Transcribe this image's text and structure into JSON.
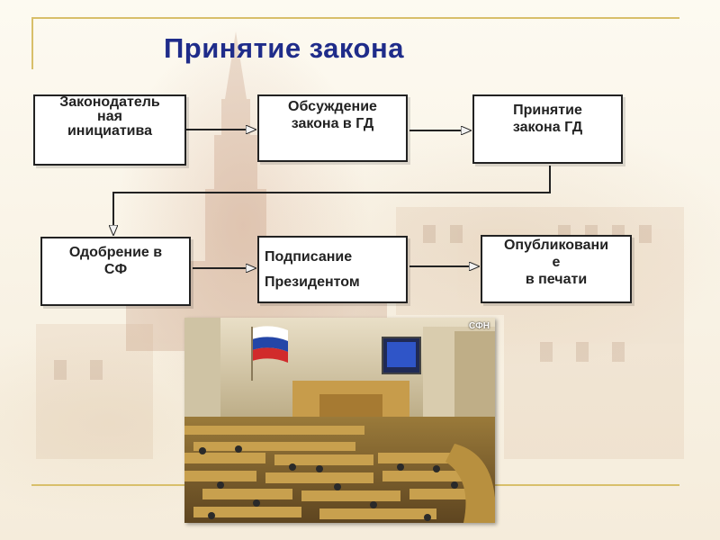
{
  "title": "Принятие закона",
  "steps": [
    {
      "lines": [
        "Законодатель",
        "ная",
        "инициатива"
      ]
    },
    {
      "lines": [
        "Обсуждение",
        "закона в ГД"
      ]
    },
    {
      "lines": [
        "Принятие",
        "закона ГД"
      ]
    },
    {
      "lines": [
        "Одобрение в",
        "СФ"
      ]
    },
    {
      "lines": [
        "Подписание",
        "Президентом"
      ]
    },
    {
      "lines": [
        "Опубликовани",
        "е",
        "в печати"
      ]
    }
  ],
  "photo": {
    "channel_logo": "СФН"
  },
  "colors": {
    "title": "#1f2c8a",
    "frame": "#d8bf6a",
    "box_border": "#222222"
  }
}
